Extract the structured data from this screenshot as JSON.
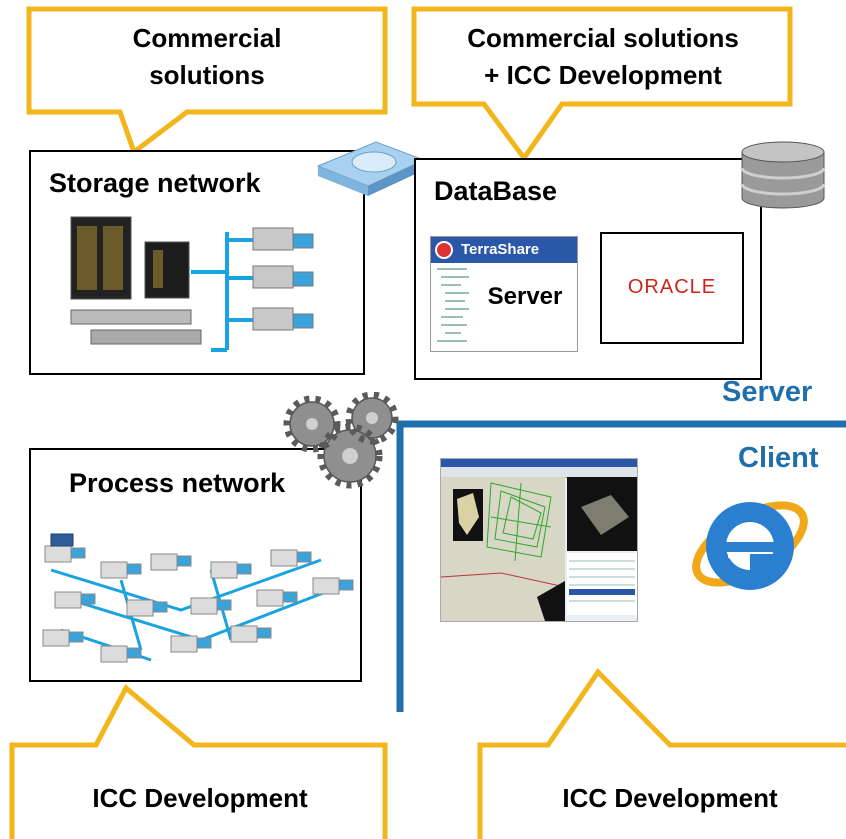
{
  "callouts": {
    "top_left": "Commercial\nsolutions",
    "top_right": "Commercial solutions\n+ ICC Development",
    "bottom_left": "ICC Development",
    "bottom_right": "ICC Development"
  },
  "storage": {
    "title": "Storage network"
  },
  "database": {
    "title": "DataBase",
    "terrashare_brand": "TerraShare",
    "terrashare_label": "Server",
    "oracle_logo": "ORACLE"
  },
  "process": {
    "title": "Process network"
  },
  "divider": {
    "server_label": "Server",
    "client_label": "Client"
  },
  "colors": {
    "callout": "#f2b51b",
    "divider": "#1f6fad",
    "cable": "#19a3e0"
  }
}
